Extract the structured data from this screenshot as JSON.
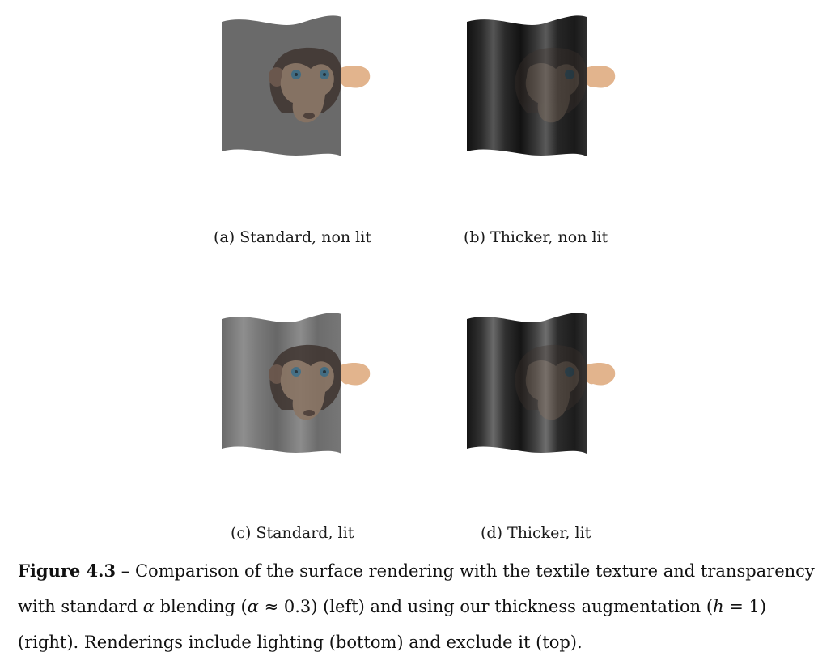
{
  "figure": {
    "label": "Figure 4.3",
    "dash": "–",
    "caption_line1": "Comparison of the surface rendering with the textile texture and transparency",
    "caption_line2_a": "with standard ",
    "alpha": "α",
    "caption_line2_b": " blending (",
    "caption_line2_c": " ≈ 0.3) (left) and using our thickness augmentation (",
    "h": "h",
    "caption_line2_d": " = 1)",
    "caption_line3": "(right). Renderings include lighting (bottom) and exclude it (top)."
  },
  "subfigures": [
    {
      "caption": "(a) Standard, non lit",
      "variant": "standard",
      "lit": false
    },
    {
      "caption": "(b) Thicker, non lit",
      "variant": "thicker",
      "lit": false
    },
    {
      "caption": "(c) Standard, lit",
      "variant": "standard",
      "lit": true
    },
    {
      "caption": "(d) Thicker, lit",
      "variant": "thicker",
      "lit": true
    }
  ],
  "colors": {
    "cloth_standard": "#6a6a6a",
    "cloth_thicker": "#1e1e1e",
    "monkey_fur": "#3f3430",
    "monkey_face": "#8a7462",
    "monkey_ear": "#e2b48d",
    "monkey_eye": "#3b6d86"
  }
}
